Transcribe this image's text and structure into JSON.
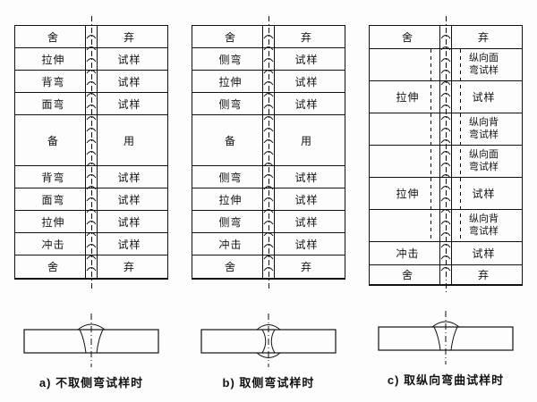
{
  "colors": {
    "line": "#111111",
    "background": "#fdfdfd"
  },
  "panels": [
    {
      "id": "a",
      "caption": "a)  不取侧弯试样时",
      "rows": [
        {
          "left": "舍",
          "right": "弃"
        },
        {
          "left": "拉伸",
          "right": "试样"
        },
        {
          "left": "背弯",
          "right": "试样"
        },
        {
          "left": "面弯",
          "right": "试样"
        },
        {
          "left": "备",
          "right": "用"
        },
        {
          "left": "背弯",
          "right": "试样"
        },
        {
          "left": "面弯",
          "right": "试样"
        },
        {
          "left": "拉伸",
          "right": "试样"
        },
        {
          "left": "冲击",
          "right": "试样"
        },
        {
          "left": "舍",
          "right": "弃"
        }
      ]
    },
    {
      "id": "b",
      "caption": "b)  取侧弯试样时",
      "rows": [
        {
          "left": "舍",
          "right": "弃"
        },
        {
          "left": "侧弯",
          "right": "试样"
        },
        {
          "left": "拉伸",
          "right": "试样"
        },
        {
          "left": "侧弯",
          "right": "试样"
        },
        {
          "left": "备",
          "right": "用"
        },
        {
          "left": "侧弯",
          "right": "试样"
        },
        {
          "left": "拉伸",
          "right": "试样"
        },
        {
          "left": "侧弯",
          "right": "试样"
        },
        {
          "left": "冲击",
          "right": "试样"
        },
        {
          "left": "舍",
          "right": "弃"
        }
      ]
    },
    {
      "id": "c",
      "caption": "c)  取纵向弯曲试样时",
      "rows": [
        {
          "left": "舍",
          "right": "弃"
        },
        {
          "left": "",
          "right": "纵向面弯试样"
        },
        {
          "left": "拉伸",
          "right": "试样"
        },
        {
          "left": "",
          "right": "纵向背弯试样"
        },
        {
          "left": "",
          "right": "纵向面弯试样"
        },
        {
          "left": "拉伸",
          "right": "试样"
        },
        {
          "left": "",
          "right": "纵向背弯试样"
        },
        {
          "left": "冲击",
          "right": "试样"
        },
        {
          "left": "舍",
          "right": "弃"
        }
      ]
    }
  ]
}
